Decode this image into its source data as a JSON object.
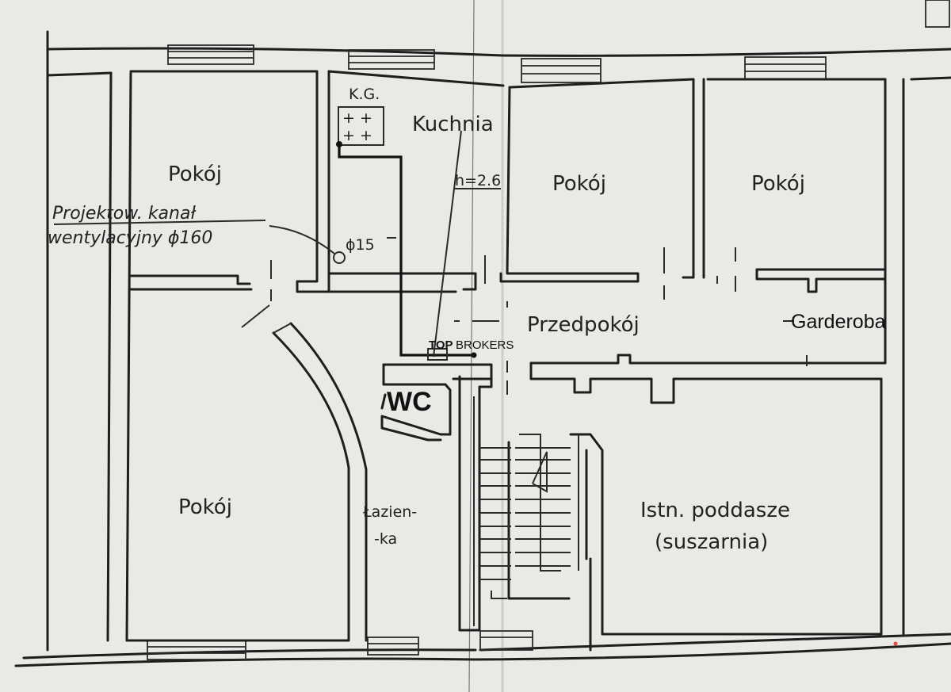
{
  "rooms": {
    "pokoj_top_left": "Pokój",
    "pokoj_bottom_left": "Pokój",
    "pokoj_middle": "Pokój",
    "pokoj_right": "Pokój",
    "kuchnia": "Kuchnia",
    "przedpokoj": "Przedpokój",
    "garderoba": "Garderoba",
    "wc": "WC",
    "lazienka_line1": "Łazien-",
    "lazienka_line2": "-ka",
    "poddasze_line1": "Istn. poddasze",
    "poddasze_line2": "(suszarnia)"
  },
  "annotations": {
    "kg": "K.G.",
    "height": "h=2.6",
    "vent_line1": "Projektow. kanał",
    "vent_line2": "wentylacyjny ϕ160",
    "pipe_diameter": "ϕ15"
  },
  "watermark": {
    "part1": "TOP",
    "part2": "BROKERS",
    "color1": "#2db34a",
    "color2": "#9aa0a6"
  },
  "colors": {
    "paper": "#e9e8e5",
    "ink": "#1e1e1e"
  }
}
